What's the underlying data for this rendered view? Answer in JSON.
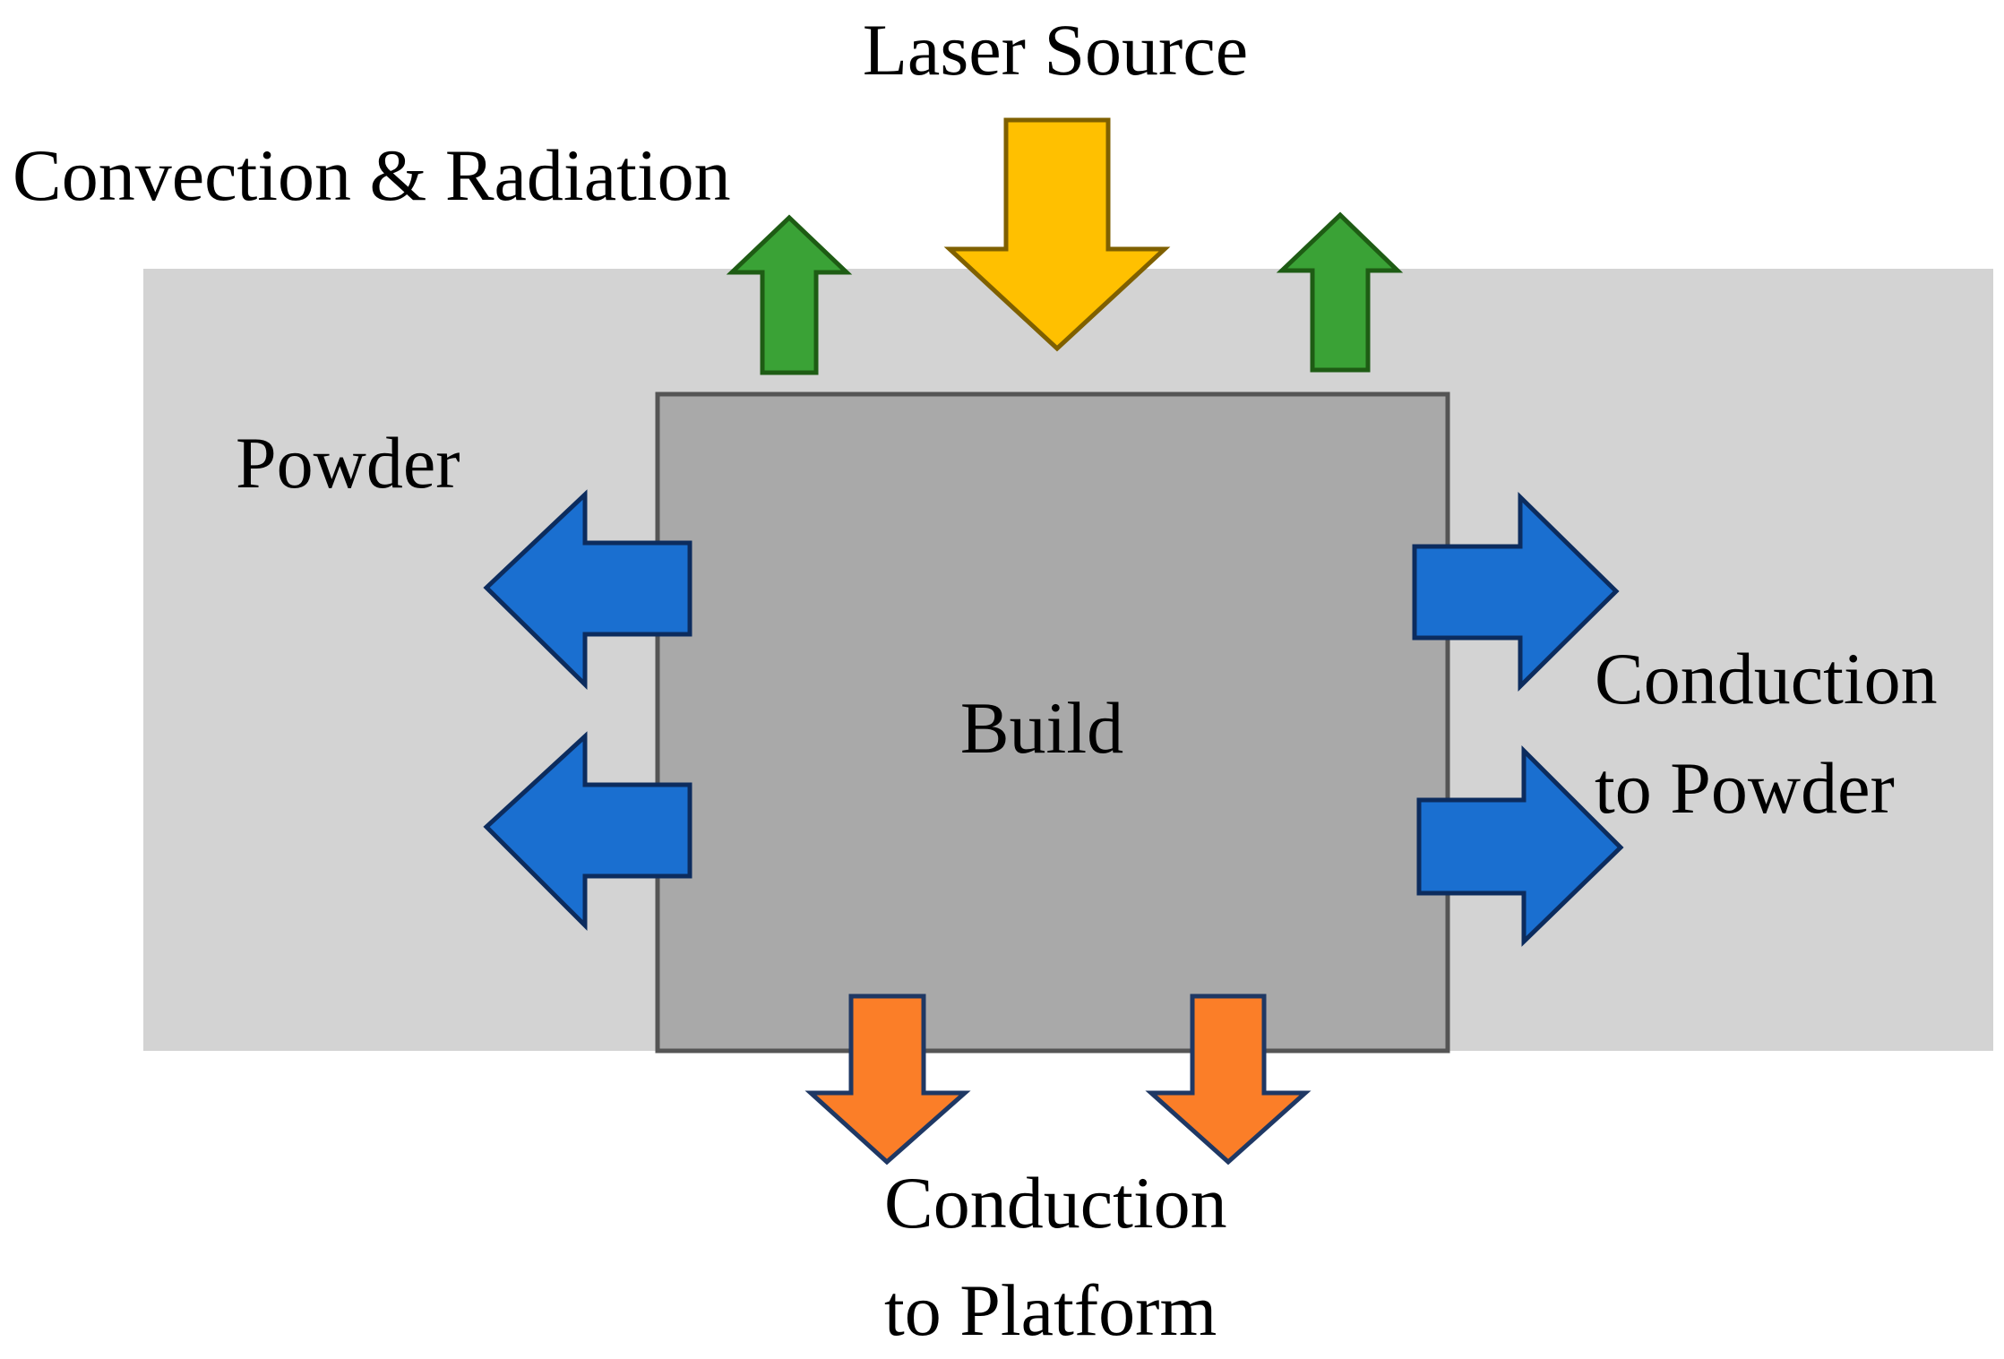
{
  "labels": {
    "laser_source": "Laser Source",
    "convection_radiation": "Convection & Radiation",
    "powder": "Powder",
    "build": "Build",
    "conduction_to_powder_line1": "Conduction",
    "conduction_to_powder_line2": "to Powder",
    "conduction_to_platform_line1": "Conduction",
    "conduction_to_platform_line2": "to Platform"
  },
  "colors": {
    "powder_bed": "#d3d3d3",
    "build_fill": "#a9a9a9",
    "build_stroke": "#555555",
    "laser_arrow": "#ffc000",
    "laser_arrow_stroke": "#7f6000",
    "convection_arrow": "#3aa236",
    "convection_arrow_stroke": "#1e5c14",
    "powder_conduction_arrow": "#1a6fd0",
    "powder_conduction_arrow_stroke": "#0c2c5e",
    "platform_conduction_arrow": "#fb7e28",
    "platform_conduction_arrow_stroke": "#1f3864"
  }
}
